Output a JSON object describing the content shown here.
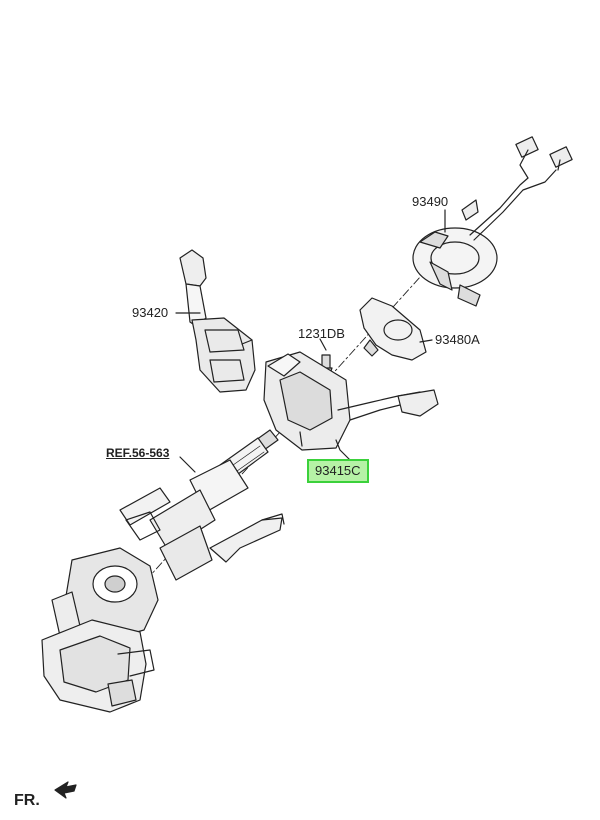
{
  "labels": {
    "p93490": "93490",
    "p93420": "93420",
    "p1231DB": "1231DB",
    "p93480A": "93480A",
    "p93415C": "93415C",
    "ref": "REF.56-563",
    "fr": "FR."
  },
  "colors": {
    "highlight_fill": "#b6f2a6",
    "highlight_border": "#3bd13b",
    "line": "#222222"
  }
}
